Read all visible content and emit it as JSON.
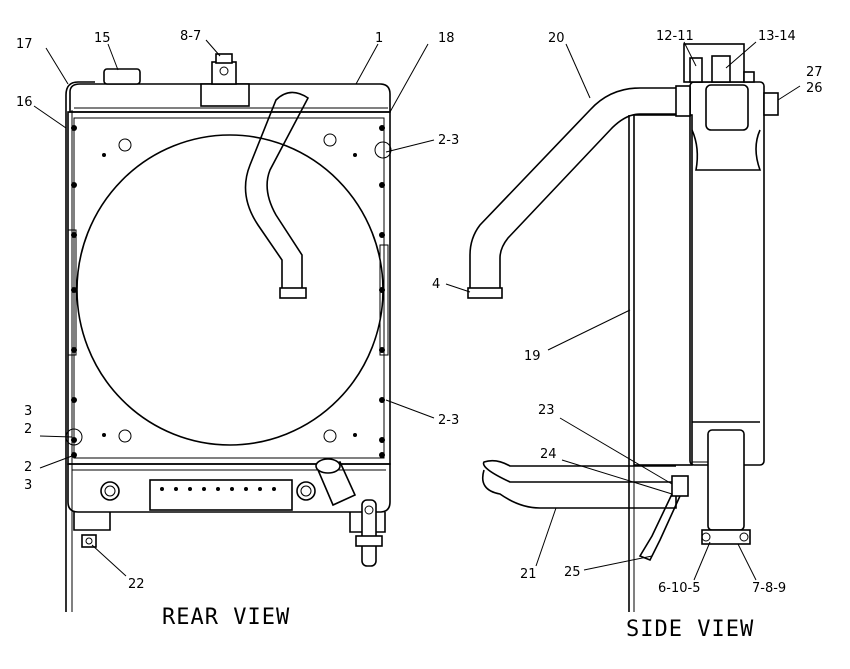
{
  "views": {
    "rear": {
      "title": "REAR VIEW"
    },
    "side": {
      "title": "SIDE VIEW"
    }
  },
  "callouts": {
    "c17": "17",
    "c15": "15",
    "c8_7": "8-7",
    "c1": "1",
    "c18": "18",
    "c16": "16",
    "c2_3_upper": "2-3",
    "c2_3_lower": "2-3",
    "c3_left_top": "3",
    "c2_left_top": "2",
    "c2_left_bottom": "2",
    "c3_left_bottom": "3",
    "c22": "22",
    "c20": "20",
    "c12_11": "12-11",
    "c13_14": "13-14",
    "c27": "27",
    "c26": "26",
    "c4": "4",
    "c19": "19",
    "c23": "23",
    "c24": "24",
    "c21": "21",
    "c25": "25",
    "c6_10_5": "6-10-5",
    "c7_8_9": "7-8-9"
  }
}
